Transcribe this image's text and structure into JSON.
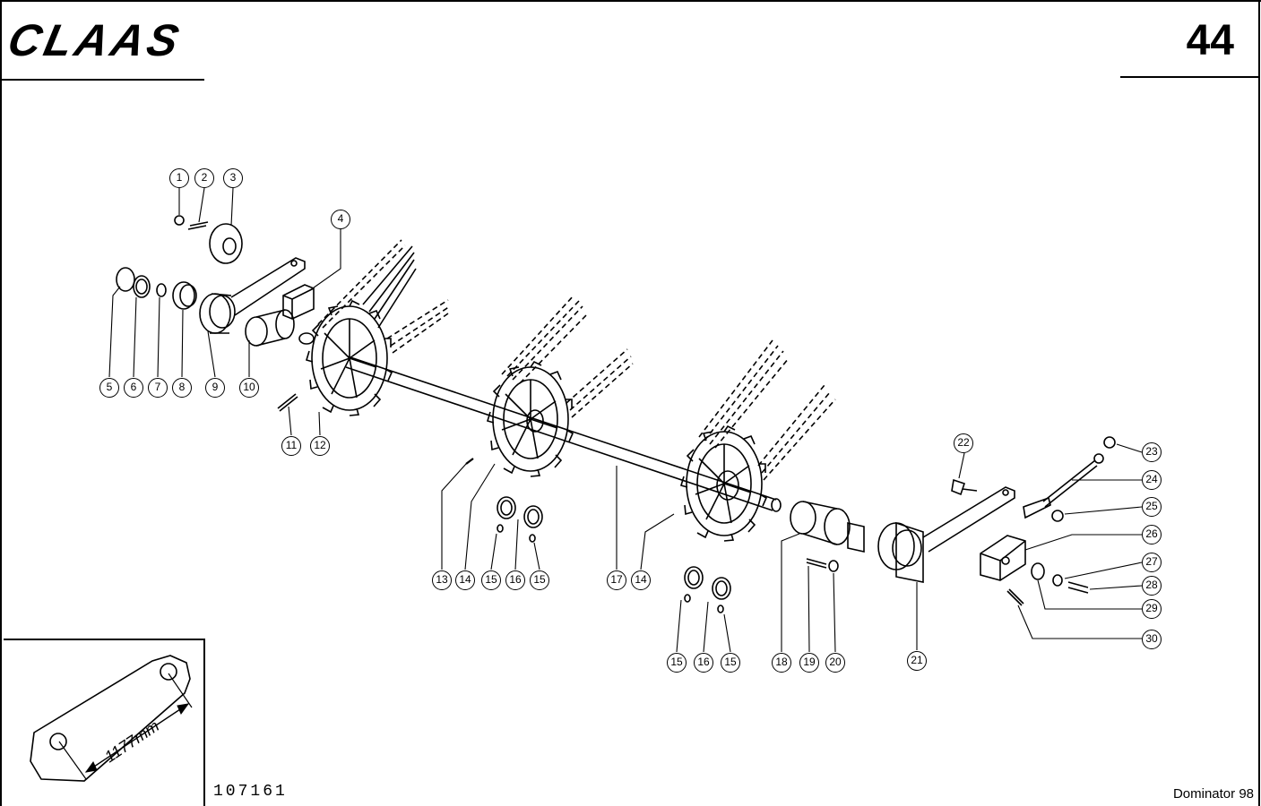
{
  "header": {
    "brand": "CLAAS",
    "page_number": "44"
  },
  "footer": {
    "drawing_number": "107161",
    "model": "Dominator 98"
  },
  "inset": {
    "dimension_label": "1177mm"
  },
  "callouts": [
    {
      "num": "1"
    },
    {
      "num": "2"
    },
    {
      "num": "3"
    },
    {
      "num": "4"
    },
    {
      "num": "5"
    },
    {
      "num": "6"
    },
    {
      "num": "7"
    },
    {
      "num": "8"
    },
    {
      "num": "9"
    },
    {
      "num": "10"
    },
    {
      "num": "11"
    },
    {
      "num": "12"
    },
    {
      "num": "13"
    },
    {
      "num": "14"
    },
    {
      "num": "15"
    },
    {
      "num": "16"
    },
    {
      "num": "15"
    },
    {
      "num": "17"
    },
    {
      "num": "14"
    },
    {
      "num": "15"
    },
    {
      "num": "16"
    },
    {
      "num": "15"
    },
    {
      "num": "18"
    },
    {
      "num": "19"
    },
    {
      "num": "20"
    },
    {
      "num": "21"
    },
    {
      "num": "22"
    },
    {
      "num": "23"
    },
    {
      "num": "24"
    },
    {
      "num": "25"
    },
    {
      "num": "26"
    },
    {
      "num": "27"
    },
    {
      "num": "28"
    },
    {
      "num": "29"
    },
    {
      "num": "30"
    }
  ]
}
